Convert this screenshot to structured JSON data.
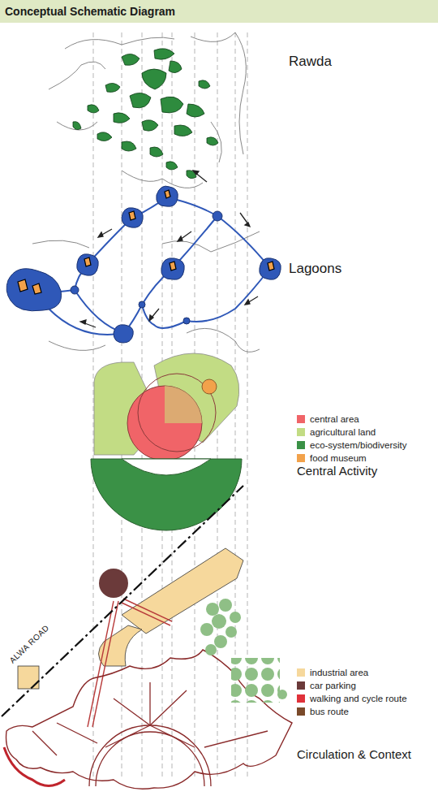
{
  "diagram": {
    "title": "Conceptual Schematic Diagram",
    "labels": [
      "Rawda",
      "Lagoons",
      "Central Activity",
      "ALWA ROAD",
      "Circulation & Context"
    ],
    "legend": [
      {
        "text": "central area",
        "color": "#f06468"
      },
      {
        "text": "agricultural land",
        "color": "#c2dc84"
      },
      {
        "text": "eco-system/biodiversity",
        "color": "#3a9146"
      },
      {
        "text": "food museum",
        "color": "#f2a24b"
      },
      {
        "text": "industrial area",
        "color": "#f6d89c"
      },
      {
        "text": "car parking",
        "color": "#6b3a3a"
      },
      {
        "text": "walking and cycle route",
        "color": "#e0323a"
      },
      {
        "text": "bus route",
        "color": "#7a4a2a"
      }
    ]
  }
}
